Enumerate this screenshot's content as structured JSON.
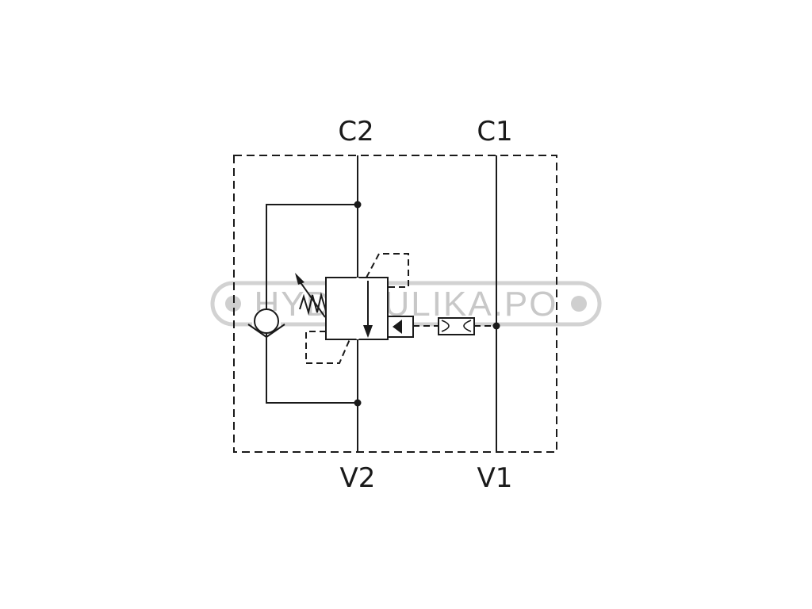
{
  "ports": {
    "c2": "C2",
    "c1": "C1",
    "v2": "V2",
    "v1": "V1"
  },
  "watermark": {
    "text": "HYDRAULIKA.PO"
  },
  "colors": {
    "line": "#1a1a1a",
    "watermark": "#c8c8c8",
    "background": "#ffffff"
  }
}
